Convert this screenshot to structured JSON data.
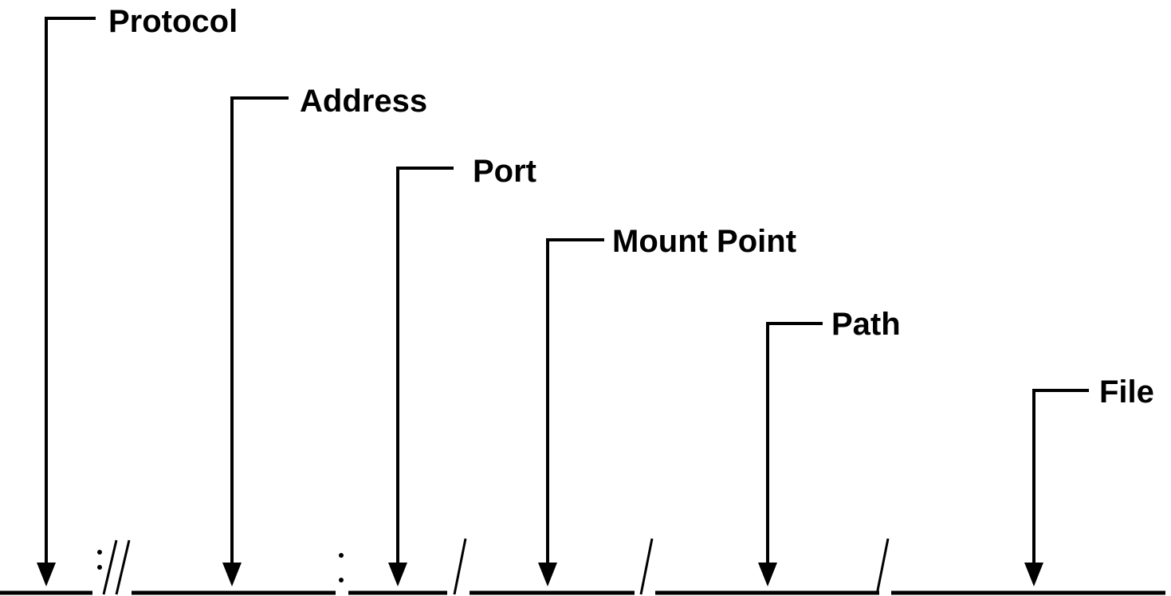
{
  "labels": {
    "protocol": "Protocol",
    "address": "Address",
    "port": "Port",
    "mount_point": "Mount Point",
    "path": "Path",
    "file": "File"
  },
  "colors": {
    "ink": "#000000",
    "background": "#ffffff"
  }
}
